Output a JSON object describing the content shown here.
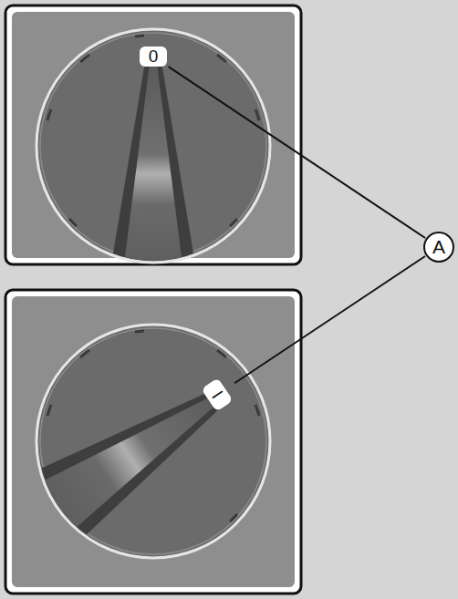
{
  "diagram": {
    "nodes": [
      {
        "text": [
          "0"
        ]
      },
      {
        "text": [
          "A"
        ]
      },
      {
        "text": [
          "I"
        ]
      }
    ],
    "edges": [
      {
        "from": 1,
        "to": 0,
        "arrow": "none"
      },
      {
        "from": 1,
        "to": 2,
        "arrow": "none"
      }
    ]
  }
}
